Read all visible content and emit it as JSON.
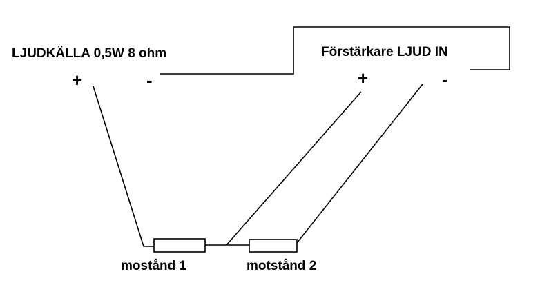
{
  "source": {
    "title": "LJUDKÄLLA 0,5W 8 ohm",
    "plus": "+",
    "minus": "-"
  },
  "amplifier": {
    "title": "Förstärkare LJUD IN",
    "plus": "+",
    "minus": "-"
  },
  "resistors": [
    {
      "label": "mostånd 1"
    },
    {
      "label": "motstånd 2"
    }
  ],
  "colors": {
    "stroke": "#000000",
    "background": "#ffffff"
  }
}
